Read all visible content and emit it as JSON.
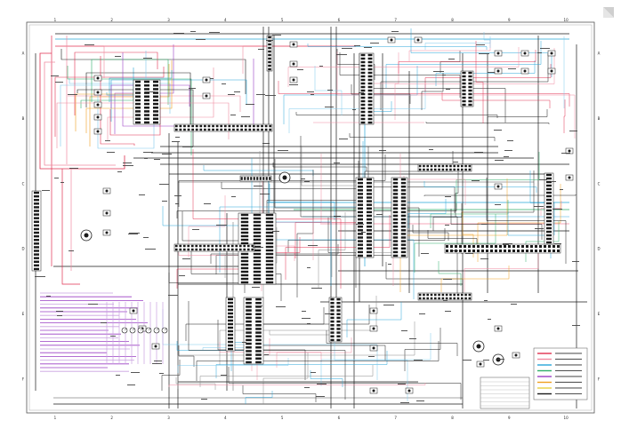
{
  "sheet": {
    "title": "",
    "background": "#ffffff",
    "frame_color": "#555555"
  },
  "palette": {
    "black": "#1a1a1a",
    "red": "#e03050",
    "pink": "#f08aa0",
    "blue": "#28a6d8",
    "light_blue": "#7cc8ec",
    "purple": "#9a3fc4",
    "lavender": "#c9a0e0",
    "green": "#2faf6a",
    "orange": "#f0a020",
    "yellow": "#e8d040",
    "gray": "#888888"
  },
  "legend": {
    "entries": [
      {
        "label": "",
        "color": "#e03050"
      },
      {
        "label": "",
        "color": "#f08aa0"
      },
      {
        "label": "",
        "color": "#28a6d8"
      },
      {
        "label": "",
        "color": "#2faf6a"
      },
      {
        "label": "",
        "color": "#9a3fc4"
      },
      {
        "label": "",
        "color": "#f0a020"
      },
      {
        "label": "",
        "color": "#e8d040"
      },
      {
        "label": "",
        "color": "#1a1a1a"
      }
    ]
  },
  "grid_refs": {
    "top": [
      "1",
      "2",
      "3",
      "4",
      "5",
      "6",
      "7",
      "8",
      "9",
      "10"
    ],
    "side": [
      "A",
      "B",
      "C",
      "D",
      "E",
      "F"
    ]
  },
  "page_marker": {
    "icon": "page-corner-icon"
  }
}
